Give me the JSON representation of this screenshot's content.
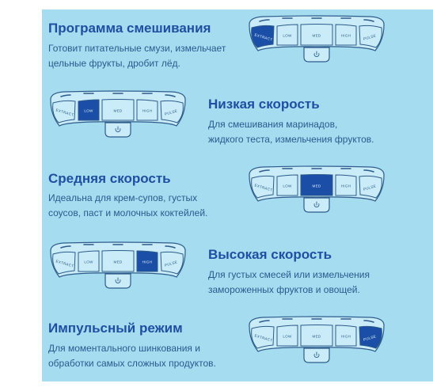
{
  "colors": {
    "panel_bg": "#a6dcef",
    "title": "#1f4fa3",
    "text": "#2a5a8f",
    "device_fill": "#c9ecf8",
    "device_stroke": "#2d5c8c",
    "button_active": "#1b4ea6"
  },
  "control_buttons": [
    "EXTRACT",
    "LOW",
    "MED",
    "HIGH",
    "PULSE"
  ],
  "power_icon": "power-icon",
  "modes": [
    {
      "title": "Программа смешивания",
      "lines": [
        "Готовит питательные смузи, измельчает",
        "цельные фрукты, дробит лёд."
      ],
      "active_button": "EXTRACT"
    },
    {
      "title": "Низкая скорость",
      "lines": [
        "Для смешивания маринадов,",
        "жидкого теста, измельчения фруктов."
      ],
      "active_button": "LOW"
    },
    {
      "title": "Средняя скорость",
      "lines": [
        "Идеальна для крем-супов, густых",
        "соусов, паст и молочных коктейлей."
      ],
      "active_button": "MED"
    },
    {
      "title": "Высокая скорость",
      "lines": [
        "Для густых смесей или измельчения",
        "замороженных фруктов и овощей."
      ],
      "active_button": "HIGH"
    },
    {
      "title": "Импульсный режим",
      "lines": [
        "Для моментального шинкования и",
        "обработки самых сложных продуктов."
      ],
      "active_button": "PULSE"
    }
  ]
}
